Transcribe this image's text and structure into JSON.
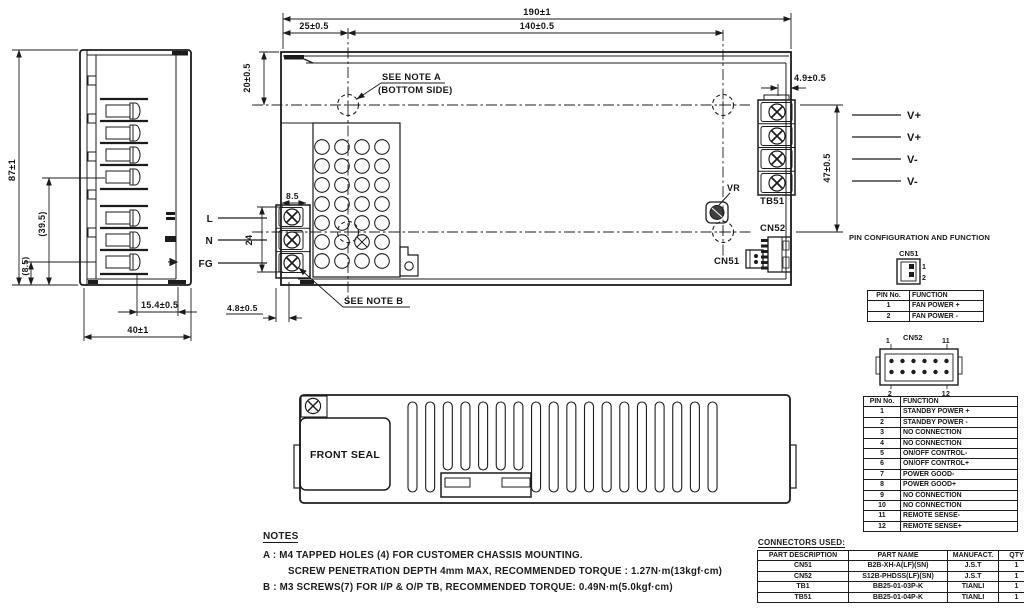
{
  "side_view": {
    "dim_height": "87±1",
    "dim_inner_height": "(39.5)",
    "dim_base": "(8.5)",
    "dim_terminal_depth": "15.4±0.5",
    "dim_width": "40±1"
  },
  "top_view": {
    "dim_length": "190±1",
    "dim_hole_offset": "25±0.5",
    "dim_hole_pitch": "140±0.5",
    "dim_top_offset": "20±0.5",
    "dim_screw_offset": "4.9±0.5",
    "dim_hole_row_pitch": "47±0.5",
    "dim_tb_width": "8.5",
    "dim_tb_pitch": "24",
    "dim_tb_offset": "4.8±0.5",
    "note_a_line1": "SEE NOTE A",
    "note_a_line2": "(BOTTOM SIDE)",
    "note_b": "SEE NOTE B",
    "input_labels": [
      "L",
      "N",
      "FG"
    ],
    "output_labels": [
      "V+",
      "V+",
      "V-",
      "V-"
    ],
    "tb51_label": "TB51",
    "vr_label": "VR",
    "cn52_label": "CN52",
    "cn51_label": "CN51"
  },
  "front_view": {
    "seal_label": "FRONT SEAL"
  },
  "pin_config": {
    "title": "PIN CONFIGURATION AND FUNCTION",
    "cn51": {
      "label": "CN51",
      "pin_top": "1",
      "pin_bottom": "2",
      "headers": [
        "PIN No.",
        "FUNCTION"
      ],
      "rows": [
        [
          "1",
          "FAN POWER +"
        ],
        [
          "2",
          "FAN POWER -"
        ]
      ]
    },
    "cn52": {
      "label": "CN52",
      "pin_top_left": "1",
      "pin_top_right": "11",
      "pin_bottom_left": "2",
      "pin_bottom_right": "12",
      "headers": [
        "PIN No.",
        "FUNCTION"
      ],
      "rows": [
        [
          "1",
          "STANDBY POWER +"
        ],
        [
          "2",
          "STANDBY POWER -"
        ],
        [
          "3",
          "NO CONNECTION"
        ],
        [
          "4",
          "NO CONNECTION"
        ],
        [
          "5",
          "ON/OFF CONTROL-"
        ],
        [
          "6",
          "ON/OFF CONTROL+"
        ],
        [
          "7",
          "POWER GOOD-"
        ],
        [
          "8",
          "POWER GOOD+"
        ],
        [
          "9",
          "NO CONNECTION"
        ],
        [
          "10",
          "NO CONNECTION"
        ],
        [
          "11",
          "REMOTE SENSE-"
        ],
        [
          "12",
          "REMOTE SENSE+"
        ]
      ]
    }
  },
  "notes": {
    "title": "NOTES",
    "line_a1": "A : M4 TAPPED HOLES (4) FOR CUSTOMER CHASSIS MOUNTING.",
    "line_a2": "SCREW PENETRATION DEPTH 4mm MAX, RECOMMENDED TORQUE : 1.27N·m(13kgf·cm)",
    "line_b": "B : M3 SCREWS(7) FOR I/P & O/P TB, RECOMMENDED TORQUE: 0.49N·m(5.0kgf·cm)"
  },
  "connectors": {
    "title": "CONNECTORS USED:",
    "headers": [
      "PART DESCRIPTION",
      "PART NAME",
      "MANUFACT.",
      "QTY"
    ],
    "rows": [
      [
        "CN51",
        "B2B-XH-A(LF)(SN)",
        "J.S.T",
        "1"
      ],
      [
        "CN52",
        "S12B-PHDSS(LF)(SN)",
        "J.S.T",
        "1"
      ],
      [
        "TB1",
        "BB25-01-03P-K",
        "TIANLI",
        "1"
      ],
      [
        "TB51",
        "BB25-01-04P-K",
        "TIANLI",
        "1"
      ]
    ]
  },
  "colors": {
    "ink": "#1c1c1c",
    "background": "#ffffff"
  }
}
